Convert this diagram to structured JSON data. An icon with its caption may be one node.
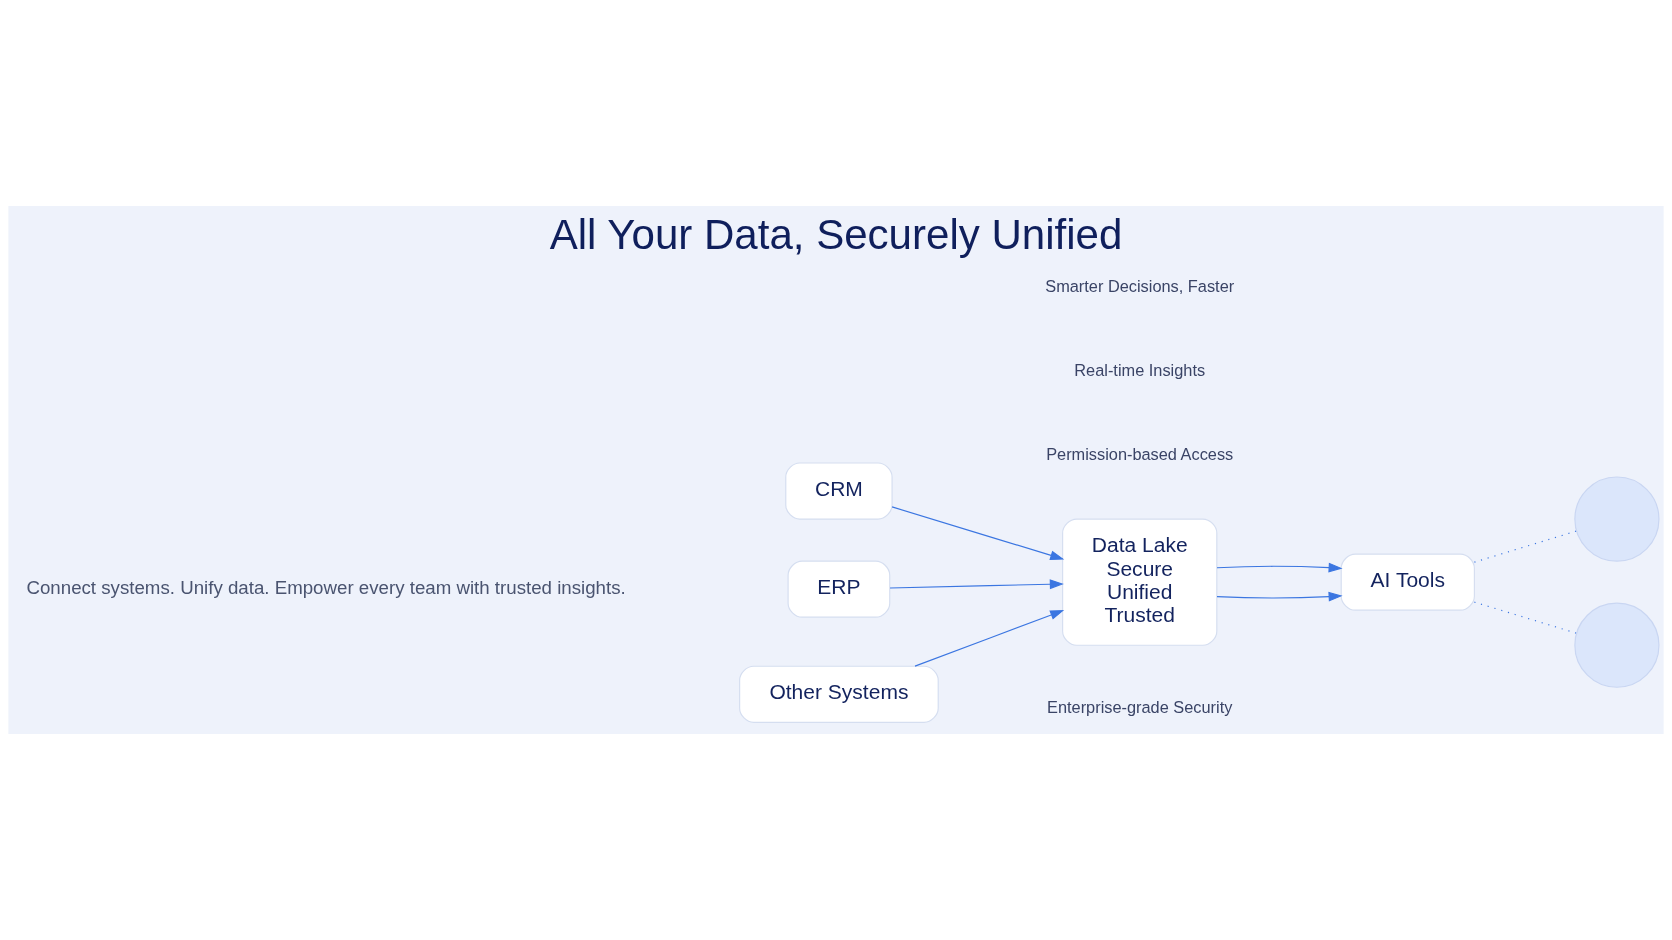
{
  "diagram": {
    "title": "All Your Data, Securely Unified",
    "nodes": [
      {
        "text": [
          "ERP"
        ]
      },
      {
        "text": [
          "CRM"
        ]
      },
      {
        "text": [
          "Other Systems"
        ]
      },
      {
        "text": [
          "Data Lake",
          "Secure",
          "Unified",
          "Trusted"
        ]
      },
      {
        "text": [
          "AI Tools"
        ]
      },
      {
        "text": [],
        "shape": "person"
      },
      {
        "text": [],
        "shape": "person"
      }
    ],
    "edges": [
      {
        "from": 0,
        "to": 3,
        "arrow": "to"
      },
      {
        "from": 1,
        "to": 3,
        "arrow": "to"
      },
      {
        "from": 2,
        "to": 3,
        "arrow": "to"
      },
      {
        "from": 3,
        "to": 4,
        "arrow": "to"
      },
      {
        "from": 3,
        "to": 4,
        "arrow": "to"
      },
      {
        "from": 4,
        "to": 5,
        "arrow": "none",
        "style": "dashed"
      },
      {
        "from": 4,
        "to": 6,
        "arrow": "none",
        "style": "dashed"
      }
    ],
    "labels": [
      "Connect systems. Unify data. Empower every team with trusted insights.",
      "Enterprise-grade Security",
      "Permission-based Access",
      "Real-time Insights",
      "Smarter Decisions, Faster"
    ]
  }
}
